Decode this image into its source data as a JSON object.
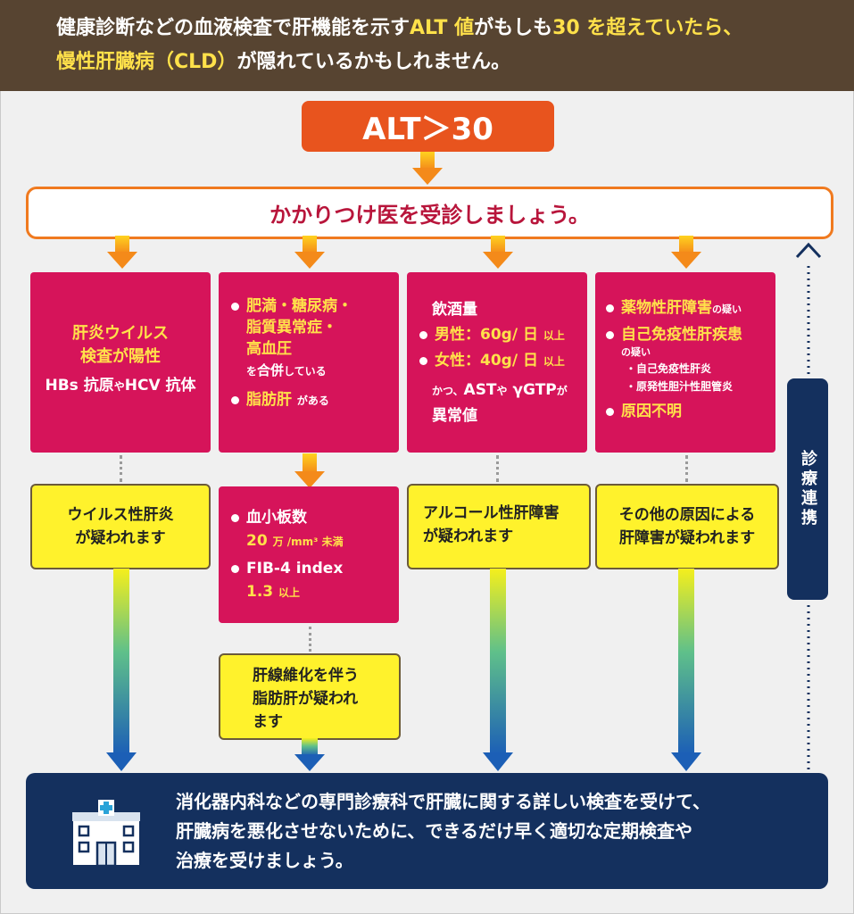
{
  "header": {
    "line1_a": "健康診断などの血液検査で肝機能を示す",
    "line1_b": "ALT 値",
    "line1_c": "がもしも",
    "line1_d": "30 を超えていたら、",
    "line2_a": "慢性肝臓病（CLD）",
    "line2_b": "が隠れているかもしれません。"
  },
  "alt_label": "ALT＞30",
  "visit_label": "かかりつけ医を受診しましょう。",
  "col1": {
    "title_1": "肝炎ウイルス",
    "title_2": "検査が陽性",
    "sub_a": "HBs 抗原",
    "sub_ya": "や",
    "sub_b": "HCV 抗体",
    "result": [
      "ウイルス性肝炎",
      "が疑われます"
    ]
  },
  "col2": {
    "item1_1": "肥満・糖尿病・",
    "item1_2": "脂質異常症・",
    "item1_3": "高血圧",
    "item1_suffix_a": "を",
    "item1_suffix_b": "合併",
    "item1_suffix_c": "している",
    "item2": "脂肪肝",
    "item2_suffix": "がある",
    "platelet": "血小板数",
    "platelet_value": "20",
    "platelet_unit": "万 /mm³ 未満",
    "fib4": "FIB-4 index",
    "fib4_value": "1.3",
    "fib4_unit": "以上",
    "result": [
      "肝線維化を伴う",
      "脂肪肝が疑われ",
      "ます"
    ]
  },
  "col3": {
    "title": "飲酒量",
    "male": "男性：60g/ 日",
    "female": "女性：40g/ 日",
    "ijou": "以上",
    "extra_a": "かつ、",
    "extra_b": "AST",
    "extra_c": "や",
    "extra_d": "γGTP",
    "extra_e": "が",
    "extra_f": "異常値",
    "result": [
      "アルコール性肝障害",
      "が疑われます"
    ]
  },
  "col4": {
    "item1": "薬物性肝障害",
    "item1_suffix": "の疑い",
    "item2": "自己免疫性肝疾患",
    "item2_suffix": "の疑い",
    "sub1": "・自己免疫性肝炎",
    "sub2": "・原発性胆汁性胆管炎",
    "item3": "原因不明",
    "result": [
      "その他の原因による",
      "肝障害が疑われます"
    ]
  },
  "side_label": "診療連携",
  "bottom": [
    "消化器内科などの専門診療科で肝臓に関する詳しい検査を受けて、",
    "肝臓病を悪化させないために、できるだけ早く適切な定期検査や",
    "治療を受けましょう。"
  ],
  "colors": {
    "header_bg": "#574431",
    "highlight": "#ffe14a",
    "alt_orange": "#e8541e",
    "pink": "#d6145a",
    "yellow": "#fff22c",
    "navy": "#14305e"
  },
  "icons": {
    "hospital": "hospital-icon",
    "down_arrow": "arrow-down-icon",
    "up_chevron": "chevron-up-icon"
  }
}
